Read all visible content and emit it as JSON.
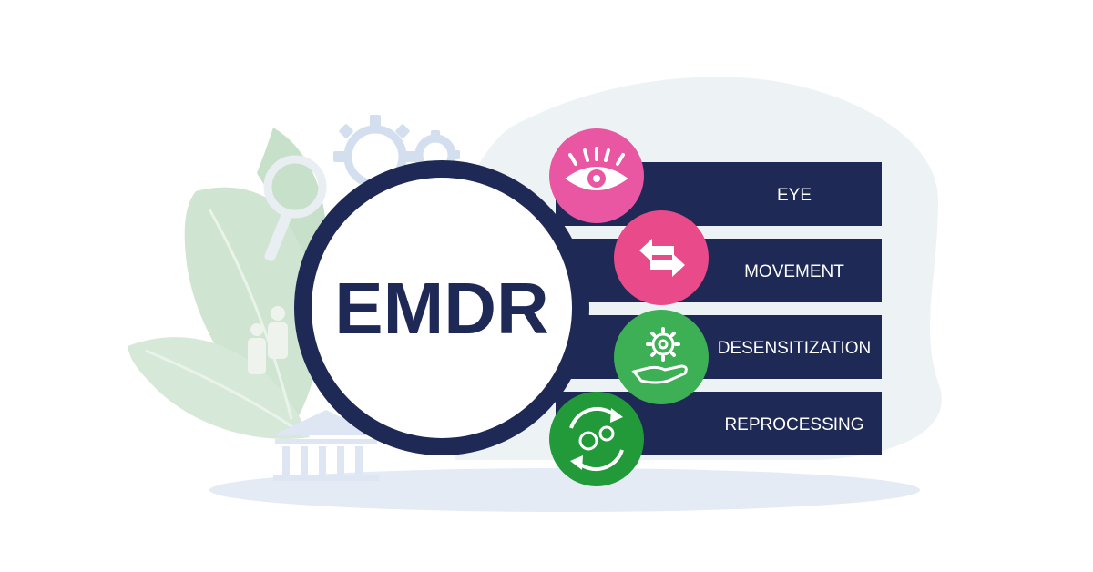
{
  "acronym": {
    "title": "EMDR",
    "rows": [
      {
        "label": "EYE",
        "icon": "eye-icon",
        "color": "#e957a2"
      },
      {
        "label": "MOVEMENT",
        "icon": "swap-arrows-icon",
        "color": "#e94a8a"
      },
      {
        "label": "DESENSITIZATION",
        "icon": "gear-hand-icon",
        "color": "#3daf55"
      },
      {
        "label": "REPROCESSING",
        "icon": "gears-cycle-icon",
        "color": "#229a3a"
      }
    ]
  },
  "colors": {
    "navy": "#1e2a55",
    "background_blob": "#edf3f5",
    "leaf_green": "#cfe5d1"
  }
}
